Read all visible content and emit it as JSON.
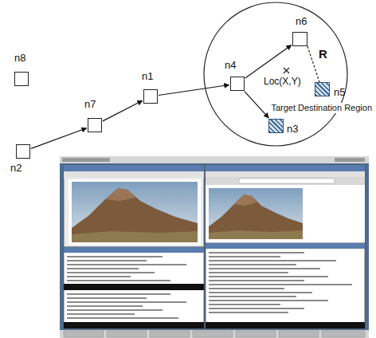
{
  "diagram": {
    "nodes": [
      {
        "text": [
          "n8"
        ]
      },
      {
        "text": [
          "n2"
        ]
      },
      {
        "text": [
          "n7"
        ]
      },
      {
        "text": [
          "n1"
        ]
      },
      {
        "text": [
          "Target Destination Region"
        ]
      },
      {
        "text": [
          "n4"
        ],
        "in": 4
      },
      {
        "text": [
          "n6"
        ],
        "in": 4
      },
      {
        "text": [
          "n5"
        ],
        "in": 4
      },
      {
        "text": [
          "n3"
        ],
        "in": 4
      }
    ],
    "edges": [
      {
        "from": 1,
        "to": 2,
        "arrow": "to"
      },
      {
        "from": 2,
        "to": 3,
        "arrow": "to"
      },
      {
        "from": 3,
        "to": 5,
        "arrow": "to"
      },
      {
        "from": 5,
        "to": 6,
        "arrow": "to"
      },
      {
        "from": 5,
        "to": 8,
        "arrow": "to"
      }
    ],
    "labels": [
      "R",
      "Loc(X,Y)"
    ]
  }
}
